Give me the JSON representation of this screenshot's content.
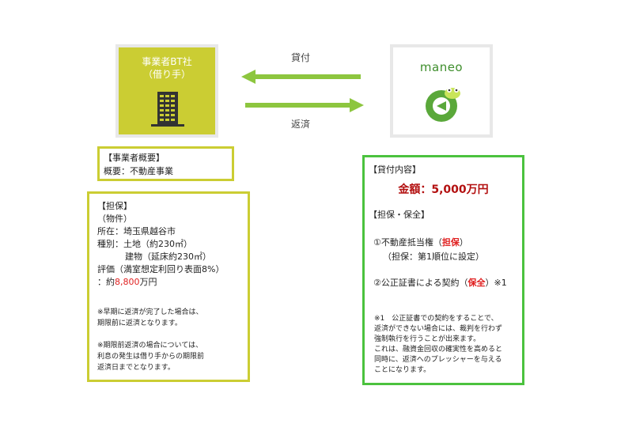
{
  "borrower": {
    "name": "事業者BT社",
    "role": "（借り手）"
  },
  "lender": {
    "name": "maneo"
  },
  "arrows": {
    "lend_label": "貸付",
    "repay_label": "返済"
  },
  "overview": {
    "heading": "【事業者概要】",
    "body": "概要：不動産事業"
  },
  "collateral": {
    "heading": "【担保】",
    "property_label": "（物件）",
    "location": "所在：埼玉県越谷市",
    "type_land": "種別：土地（約230㎡）",
    "type_building": "建物（延床約230㎡）",
    "valuation": "評価（満室想定利回り表面8%）",
    "value_prefix": "：約",
    "value_amount": "8,800",
    "value_suffix": "万円",
    "note1_line1": "※早期に返済が完了した場合は、",
    "note1_line2": "期限前に返済となります。",
    "note2_line1": "※期限前返済の場合については、",
    "note2_line2": "利息の発生は借り手からの期限前",
    "note2_line3": "返済日までとなります。"
  },
  "loan": {
    "heading": "【貸付内容】",
    "amount": "金額：5,000万円",
    "security_heading": "【担保・保全】",
    "item1_prefix": "①不動産抵当権（",
    "item1_tag": "担保",
    "item1_suffix": "）",
    "item1_sub": "（担保：第1順位に設定）",
    "item2_prefix": "②公正証書による契約（",
    "item2_tag": "保全",
    "item2_suffix": "）※1",
    "note_lines": [
      "※1　公正証書での契約をすることで、",
      "返済ができない場合には、裁判を行わず",
      "強制執行を行うことが出来ます。",
      "これは、融資金回収の確実性を高めると",
      "同時に、返済へのプレッシャーを与える",
      "ことになります。"
    ]
  },
  "colors": {
    "olive": "#cbcd33",
    "green": "#4bc23e",
    "arrow": "#8dc63f",
    "red": "#e02020",
    "dark_red": "#b31010"
  },
  "icons": [
    "building-icon",
    "frog-logo-icon",
    "arrow-left-icon",
    "arrow-right-icon"
  ]
}
